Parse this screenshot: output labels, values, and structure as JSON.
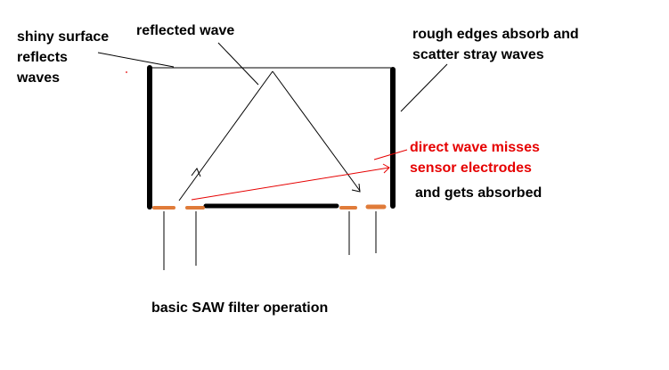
{
  "colors": {
    "ink": "#000000",
    "accent": "#e60000",
    "electrode": "#e07b39",
    "background": "#ffffff"
  },
  "labels": {
    "shiny_surface": [
      "shiny surface",
      "reflects",
      "waves"
    ],
    "reflected_wave": "reflected wave",
    "rough_edges": [
      "rough edges absorb and",
      "scatter stray waves"
    ],
    "direct_wave": [
      "direct wave misses",
      "sensor electrodes"
    ],
    "absorbed": "and gets absorbed",
    "caption": "basic SAW filter operation"
  }
}
